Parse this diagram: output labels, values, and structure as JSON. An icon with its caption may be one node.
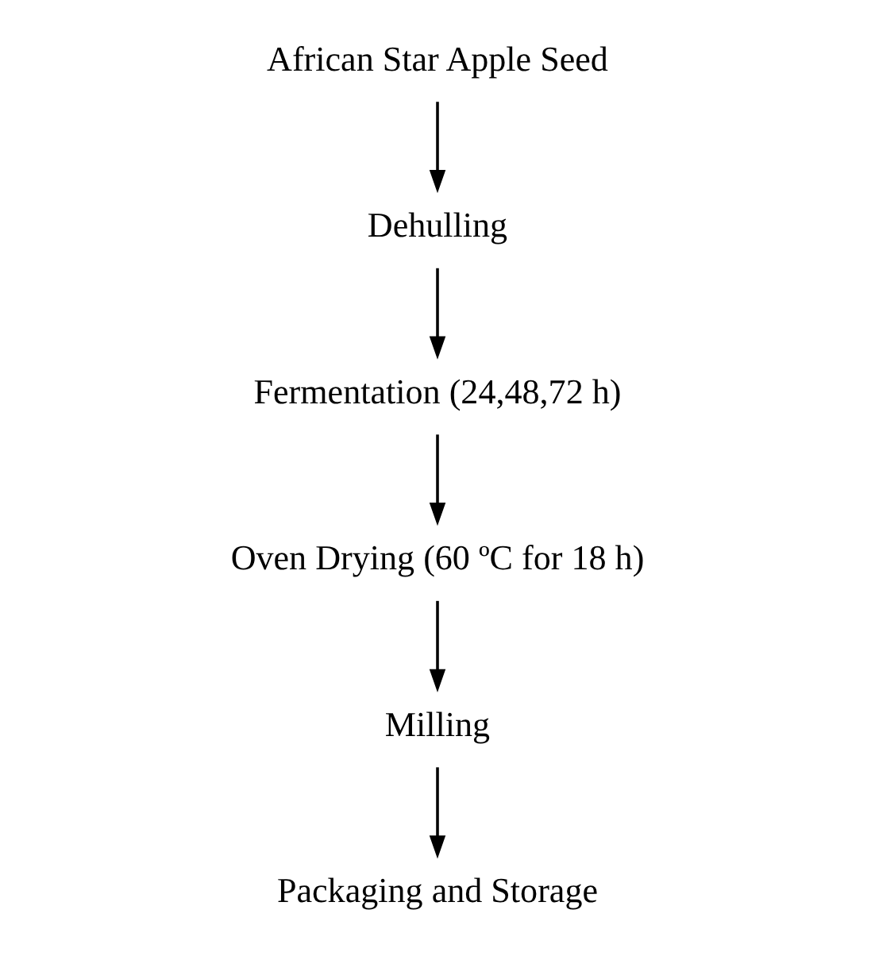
{
  "diagram": {
    "nodes": [
      {
        "text": [
          "African Star Apple Seed"
        ]
      },
      {
        "text": [
          "Dehulling"
        ]
      },
      {
        "text": [
          "Fermentation (24,48,72 h)"
        ]
      },
      {
        "text": [
          "Oven Drying (60 ºC for 18 h)"
        ]
      },
      {
        "text": [
          "Milling"
        ]
      },
      {
        "text": [
          "Packaging and Storage"
        ]
      }
    ],
    "edges": [
      {
        "from": 0,
        "to": 1,
        "arrow": "to"
      },
      {
        "from": 1,
        "to": 2,
        "arrow": "to"
      },
      {
        "from": 2,
        "to": 3,
        "arrow": "to"
      },
      {
        "from": 3,
        "to": 4,
        "arrow": "to"
      },
      {
        "from": 4,
        "to": 5,
        "arrow": "to"
      }
    ]
  }
}
